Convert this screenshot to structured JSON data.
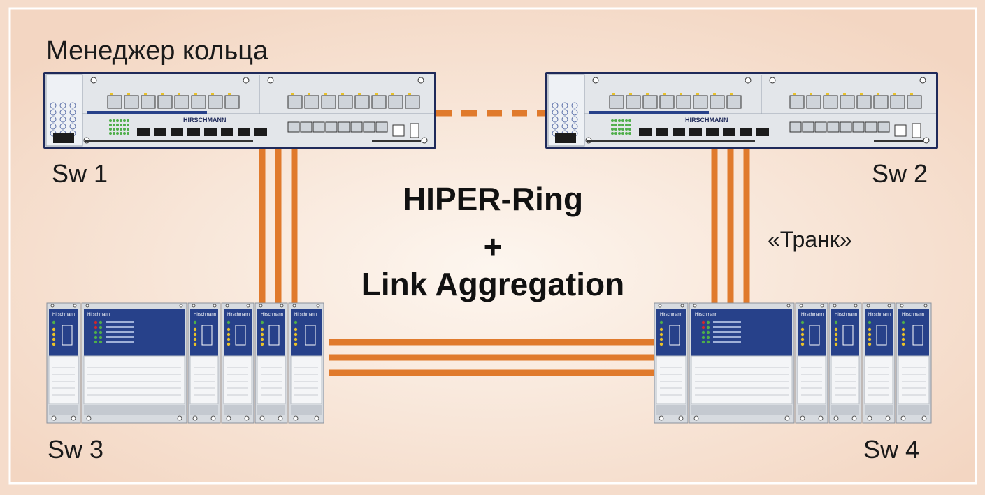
{
  "labels": {
    "ring_manager": "Менеджер кольца",
    "sw1": "Sw 1",
    "sw2": "Sw 2",
    "sw3": "Sw 3",
    "sw4": "Sw 4",
    "trunk": "«Транк»"
  },
  "center_text": {
    "line1": "HIPER-Ring",
    "line2": "+",
    "line3": "Link Aggregation"
  },
  "device_brand_rack": "HIRSCHMANN",
  "device_brand_din": "Hirschmann",
  "colors": {
    "background": "#f5dccb",
    "frame": "#ffffff",
    "link": "#e07a2c",
    "device_blue": "#27418a",
    "device_body": "#d9dde2"
  }
}
